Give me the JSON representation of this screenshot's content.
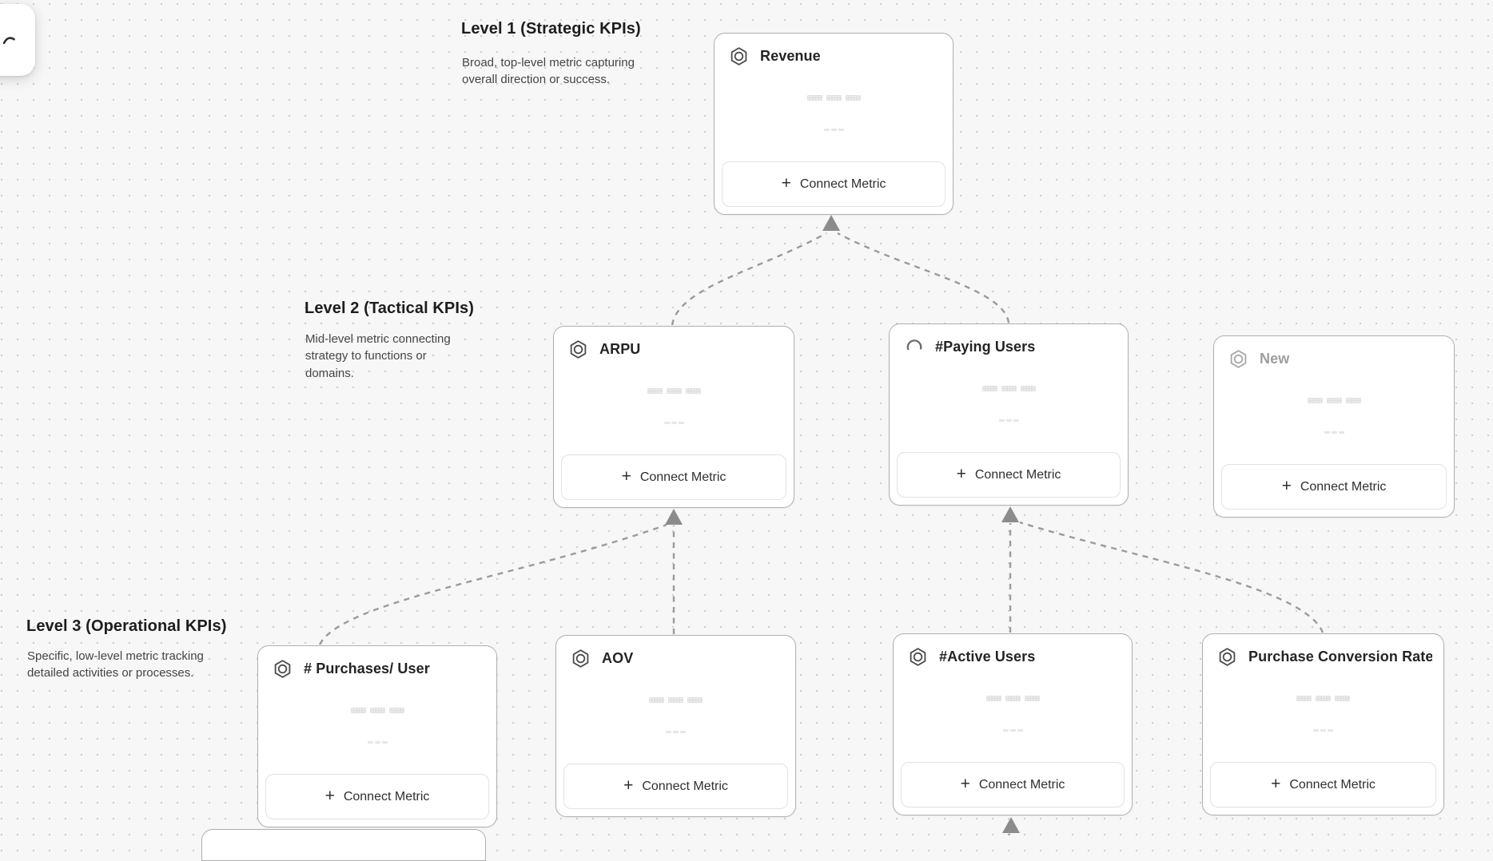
{
  "levels": [
    {
      "heading": "Level 1 (Strategic KPIs)",
      "description": "Broad, top-level metric capturing overall direction or success."
    },
    {
      "heading": "Level 2 (Tactical KPIs)",
      "description": "Mid-level metric connecting strategy to functions or domains."
    },
    {
      "heading": "Level 3 (Operational KPIs)",
      "description": "Specific, low-level metric tracking detailed activities or processes."
    }
  ],
  "cards": [
    {
      "id": "revenue",
      "title": "Revenue",
      "icon": "hexagon-metric-icon",
      "button_label": "Connect Metric"
    },
    {
      "id": "arpu",
      "title": "ARPU",
      "icon": "hexagon-metric-icon",
      "button_label": "Connect Metric"
    },
    {
      "id": "paying-users",
      "title": "#Paying Users",
      "icon": "spinner-icon",
      "button_label": "Connect Metric"
    },
    {
      "id": "new",
      "title": "New",
      "icon": "hexagon-metric-icon",
      "button_label": "Connect Metric",
      "muted": true
    },
    {
      "id": "purchases-per-user",
      "title": "# Purchases/ User",
      "icon": "hexagon-metric-icon",
      "button_label": "Connect Metric"
    },
    {
      "id": "aov",
      "title": "AOV",
      "icon": "hexagon-metric-icon",
      "button_label": "Connect Metric"
    },
    {
      "id": "active-users",
      "title": "#Active Users",
      "icon": "hexagon-metric-icon",
      "button_label": "Connect Metric"
    },
    {
      "id": "purchase-conversion-rate",
      "title": "Purchase Conversion Rate",
      "icon": "hexagon-metric-icon",
      "button_label": "Connect Metric"
    }
  ],
  "ui": {
    "plus": "+"
  },
  "colors": {
    "canvas_bg": "#f7f7f7",
    "grid_dot": "#cfcfcf",
    "card_border": "#b0b0b0",
    "button_border": "#e2e2e2",
    "connector": "#9b9b9b",
    "arrowhead": "#8c8c8c",
    "title_text": "#242424",
    "muted_text": "#9e9e9e"
  }
}
